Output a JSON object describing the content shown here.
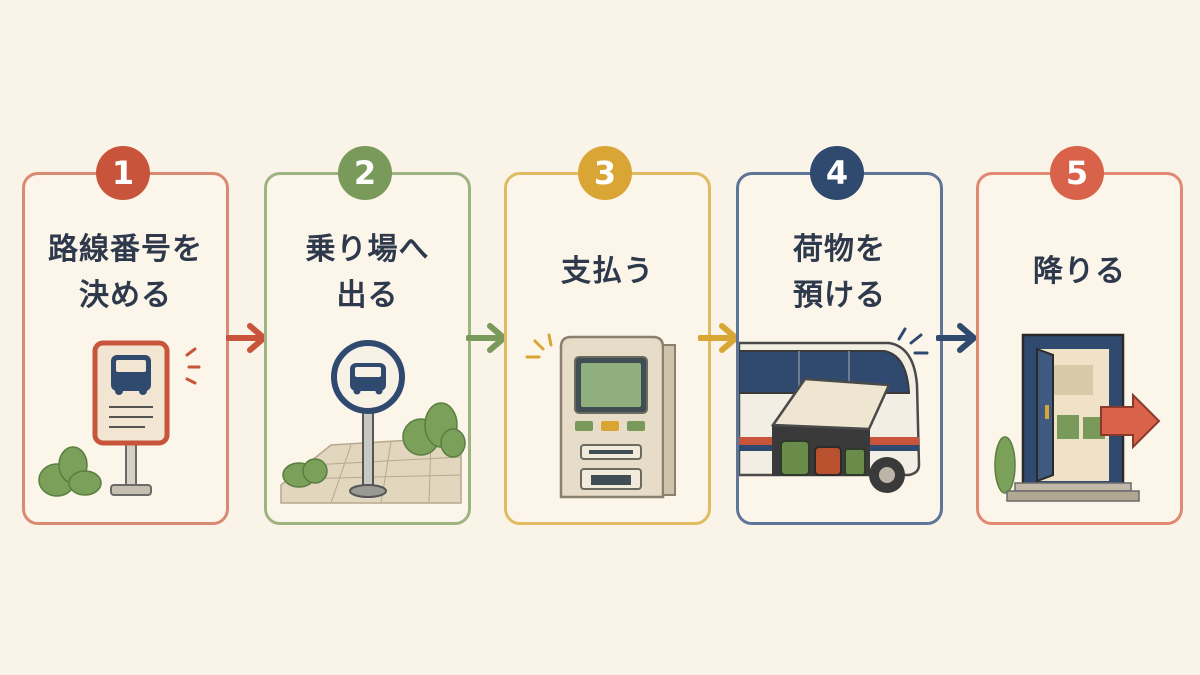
{
  "steps": [
    {
      "number": "1",
      "title_lines": [
        "路線番号を",
        "決める"
      ],
      "color": "#c8553b",
      "icon": "bus-stop-sign-icon"
    },
    {
      "number": "2",
      "title_lines": [
        "乗り場へ",
        "出る"
      ],
      "color": "#7a9a5c",
      "icon": "bus-stop-pole-icon"
    },
    {
      "number": "3",
      "title_lines": [
        "支払う"
      ],
      "color": "#d9a635",
      "icon": "ticket-machine-icon"
    },
    {
      "number": "4",
      "title_lines": [
        "荷物を",
        "預ける"
      ],
      "color": "#2f4a6e",
      "icon": "bus-luggage-icon"
    },
    {
      "number": "5",
      "title_lines": [
        "降りる"
      ],
      "color": "#d8624a",
      "icon": "exit-door-icon"
    }
  ],
  "connector_colors": [
    "#c8553b",
    "#7a9a5c",
    "#d9a635",
    "#2f4a6e"
  ]
}
